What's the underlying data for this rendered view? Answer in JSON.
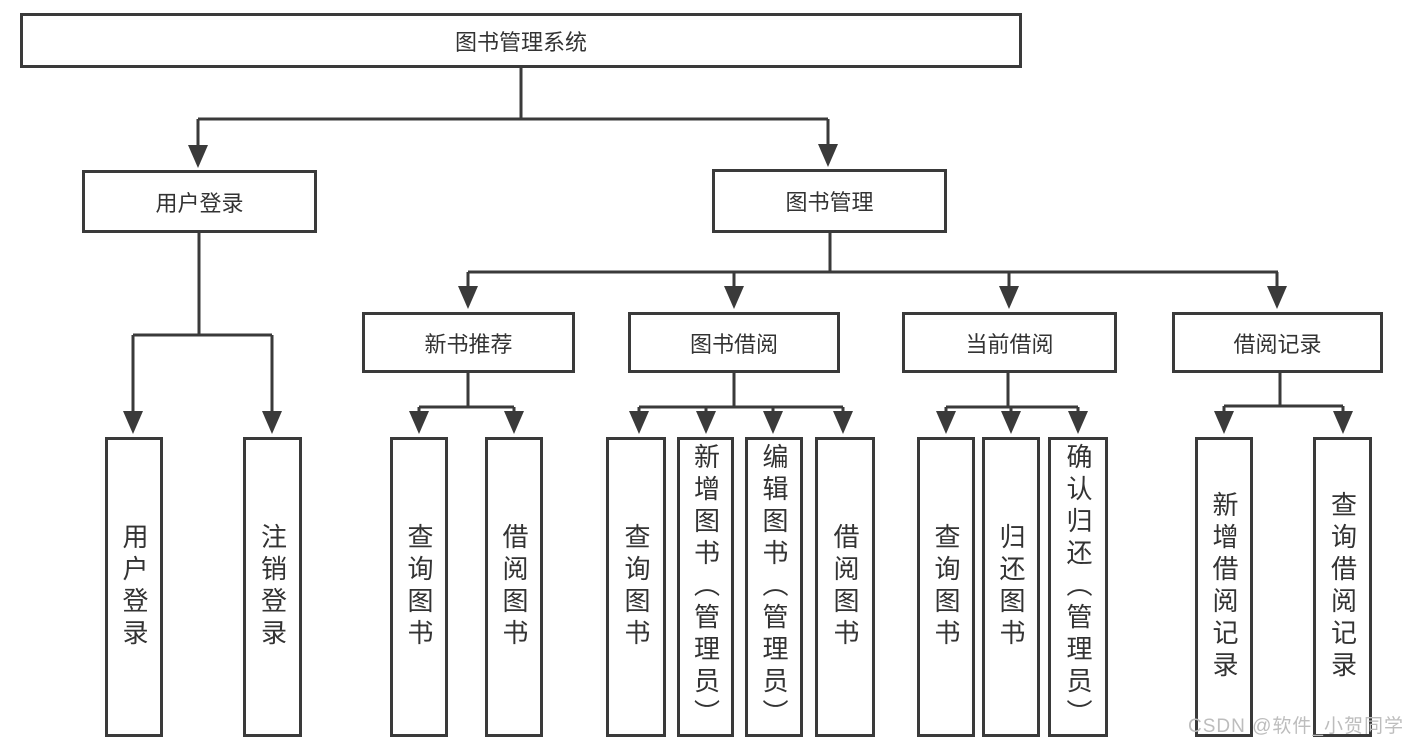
{
  "diagram": {
    "root": {
      "label": "图书管理系统"
    },
    "branches": [
      {
        "label": "用户登录",
        "children": [
          "用户登录",
          "注销登录"
        ]
      },
      {
        "label": "图书管理",
        "groups": [
          {
            "label": "新书推荐",
            "children": [
              "查询图书",
              "借阅图书"
            ]
          },
          {
            "label": "图书借阅",
            "children": [
              "查询图书",
              "新增图书（管理员）",
              "编辑图书（管理员）",
              "借阅图书"
            ]
          },
          {
            "label": "当前借阅",
            "children": [
              "查询图书",
              "归还图书",
              "确认归还（管理员）"
            ]
          },
          {
            "label": "借阅记录",
            "children": [
              "新增借阅记录",
              "查询借阅记录"
            ]
          }
        ]
      }
    ]
  },
  "watermark": {
    "label": "CSDN @软件_小贺同学"
  },
  "colors": {
    "line": "#3a3a3a",
    "text": "#333333",
    "watermark": "#bdbdbd",
    "background": "#ffffff"
  }
}
